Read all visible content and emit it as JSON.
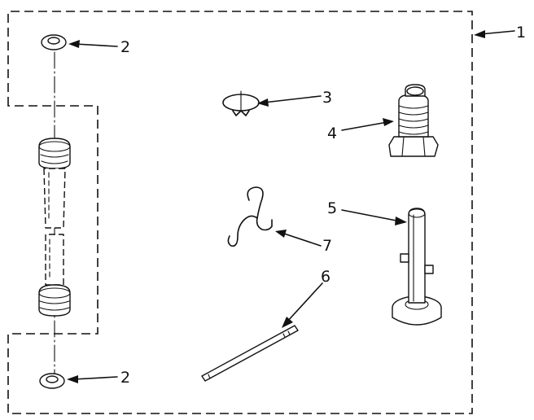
{
  "diagram": {
    "callouts": {
      "kit": "1",
      "washer_top": "2",
      "washer_bottom": "2",
      "clamp": "3",
      "fitting": "4",
      "stand": "5",
      "strap": "6",
      "hook": "7"
    }
  }
}
